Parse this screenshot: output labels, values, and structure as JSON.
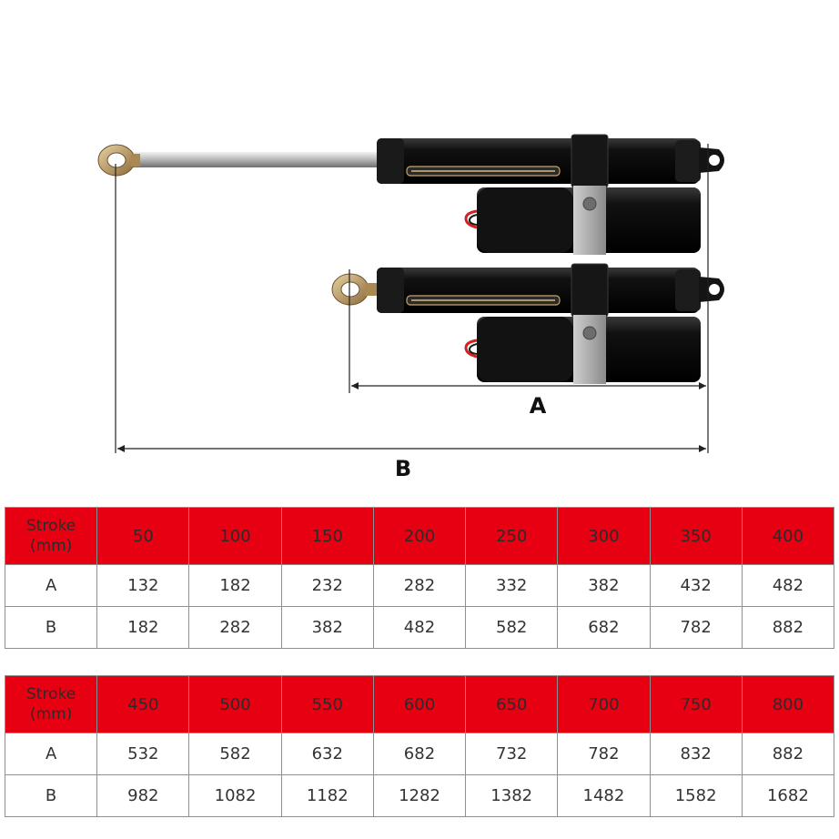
{
  "diagram": {
    "label_a": "A",
    "label_b": "B"
  },
  "colors": {
    "header_red": "#e60012",
    "actuator_body": "#0d0d0d",
    "rod_silver": "#c8c8c8",
    "eye_brass": "#c9a46a"
  },
  "tables": [
    {
      "header": {
        "label_line1": "Stroke",
        "label_line2": "(mm)",
        "values": [
          "50",
          "100",
          "150",
          "200",
          "250",
          "300",
          "350",
          "400"
        ]
      },
      "rows": [
        {
          "label": "A",
          "values": [
            "132",
            "182",
            "232",
            "282",
            "332",
            "382",
            "432",
            "482"
          ]
        },
        {
          "label": "B",
          "values": [
            "182",
            "282",
            "382",
            "482",
            "582",
            "682",
            "782",
            "882"
          ]
        }
      ]
    },
    {
      "header": {
        "label_line1": "Stroke",
        "label_line2": "(mm)",
        "values": [
          "450",
          "500",
          "550",
          "600",
          "650",
          "700",
          "750",
          "800"
        ]
      },
      "rows": [
        {
          "label": "A",
          "values": [
            "532",
            "582",
            "632",
            "682",
            "732",
            "782",
            "832",
            "882"
          ]
        },
        {
          "label": "B",
          "values": [
            "982",
            "1082",
            "1182",
            "1282",
            "1382",
            "1482",
            "1582",
            "1682"
          ]
        }
      ]
    }
  ]
}
